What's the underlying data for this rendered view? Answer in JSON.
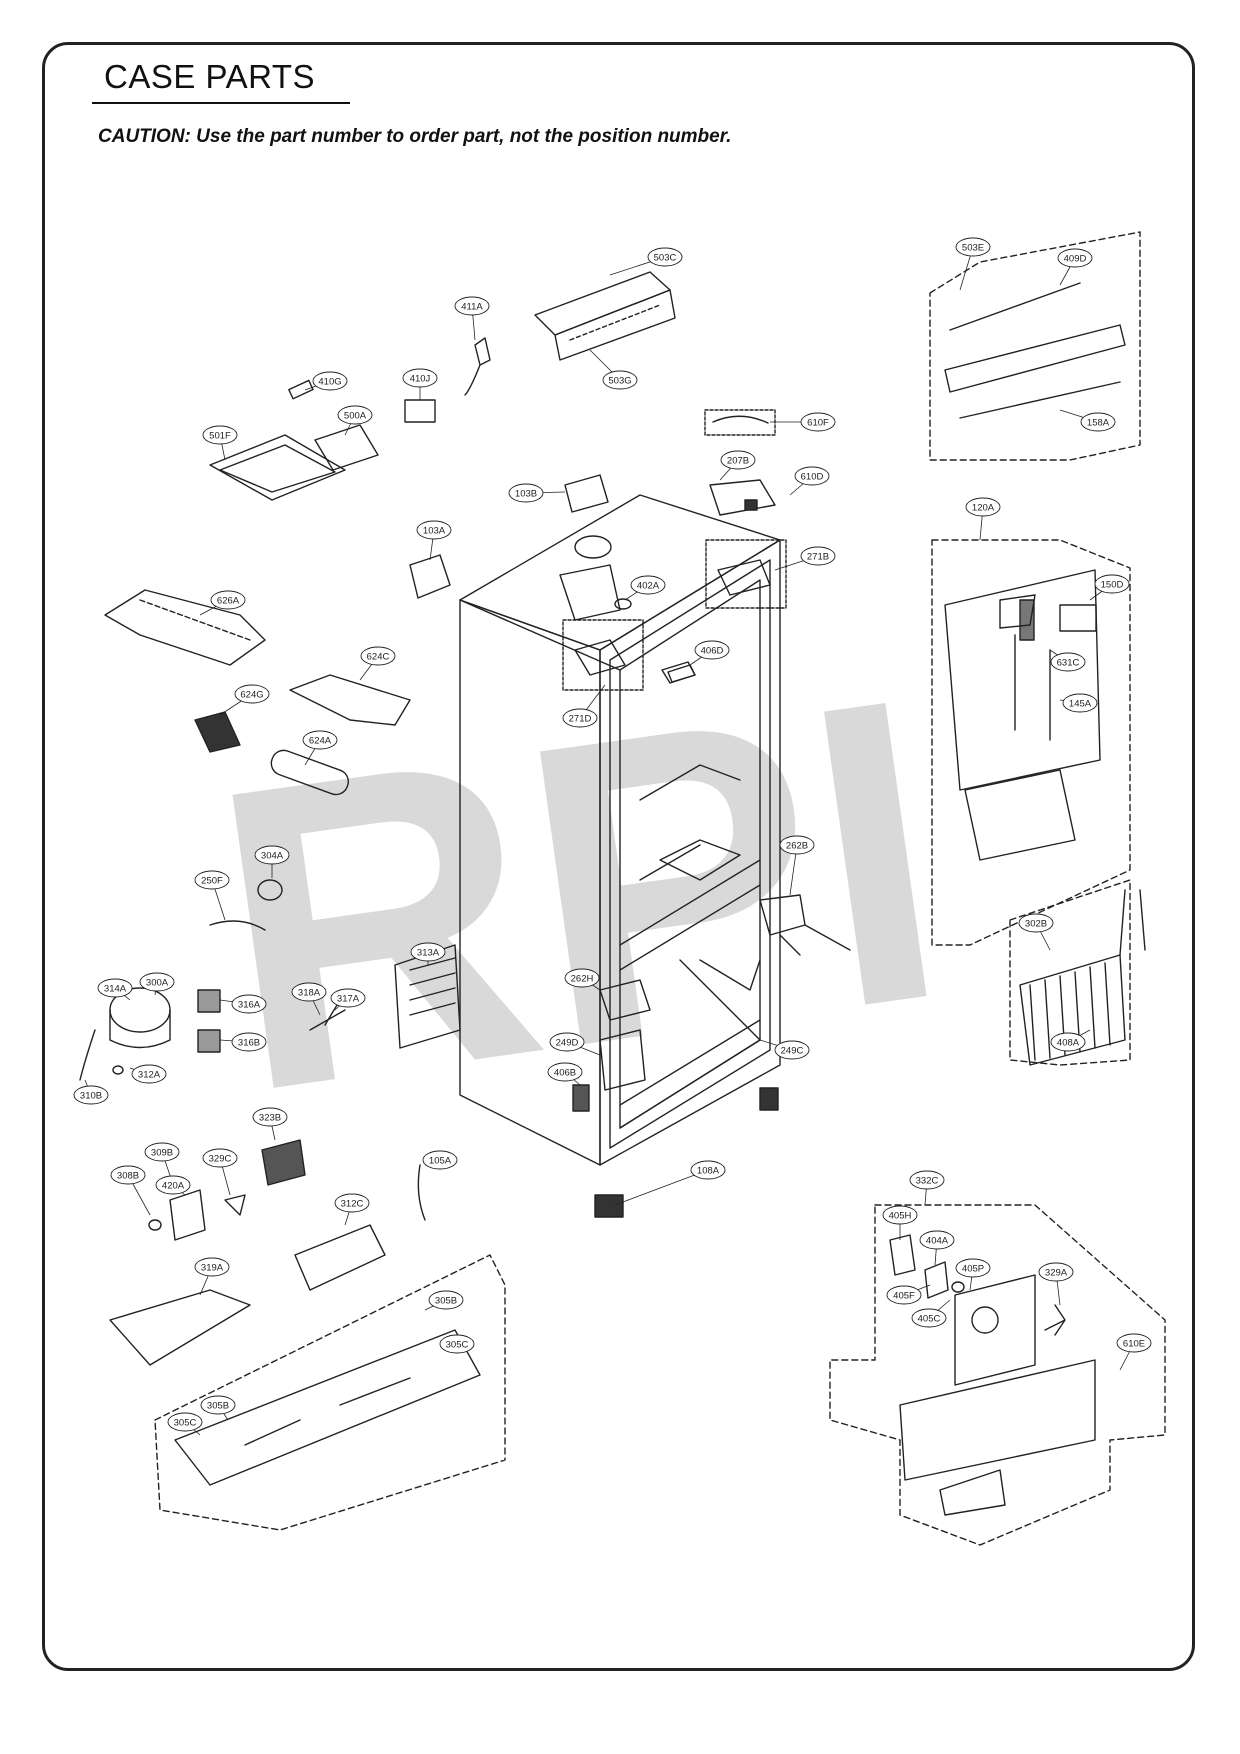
{
  "header": {
    "title": "CASE PARTS",
    "caution": "CAUTION: Use the part number to order part, not the position number."
  },
  "watermark": "RPI",
  "colors": {
    "line": "#222222",
    "watermark": "#d9d9d9",
    "dark_part": "#333333",
    "gray_swatch": "#9a9a9a"
  },
  "parts": [
    {
      "id": "503C"
    },
    {
      "id": "411A"
    },
    {
      "id": "503G"
    },
    {
      "id": "410G"
    },
    {
      "id": "410J"
    },
    {
      "id": "500A"
    },
    {
      "id": "501F"
    },
    {
      "id": "610F"
    },
    {
      "id": "207B"
    },
    {
      "id": "610D"
    },
    {
      "id": "103B"
    },
    {
      "id": "103A"
    },
    {
      "id": "402A"
    },
    {
      "id": "271B"
    },
    {
      "id": "626A"
    },
    {
      "id": "624C"
    },
    {
      "id": "406D"
    },
    {
      "id": "271D"
    },
    {
      "id": "624G"
    },
    {
      "id": "624A"
    },
    {
      "id": "503E"
    },
    {
      "id": "409D"
    },
    {
      "id": "158A"
    },
    {
      "id": "120A"
    },
    {
      "id": "150D"
    },
    {
      "id": "631C"
    },
    {
      "id": "145A"
    },
    {
      "id": "304A"
    },
    {
      "id": "250F"
    },
    {
      "id": "313A"
    },
    {
      "id": "262B"
    },
    {
      "id": "314A"
    },
    {
      "id": "300A"
    },
    {
      "id": "316A"
    },
    {
      "id": "318A"
    },
    {
      "id": "317A"
    },
    {
      "id": "316B"
    },
    {
      "id": "310B"
    },
    {
      "id": "312A"
    },
    {
      "id": "262H"
    },
    {
      "id": "249D"
    },
    {
      "id": "249C"
    },
    {
      "id": "406B"
    },
    {
      "id": "302B"
    },
    {
      "id": "408A"
    },
    {
      "id": "323B"
    },
    {
      "id": "309B"
    },
    {
      "id": "329C"
    },
    {
      "id": "308B"
    },
    {
      "id": "420A"
    },
    {
      "id": "105A"
    },
    {
      "id": "108A"
    },
    {
      "id": "312C"
    },
    {
      "id": "319A"
    },
    {
      "id": "305B"
    },
    {
      "id": "305C"
    },
    {
      "id": "305B"
    },
    {
      "id": "305C"
    },
    {
      "id": "332C"
    },
    {
      "id": "405H"
    },
    {
      "id": "404A"
    },
    {
      "id": "405P"
    },
    {
      "id": "329A"
    },
    {
      "id": "405F"
    },
    {
      "id": "405C"
    },
    {
      "id": "610E"
    }
  ]
}
